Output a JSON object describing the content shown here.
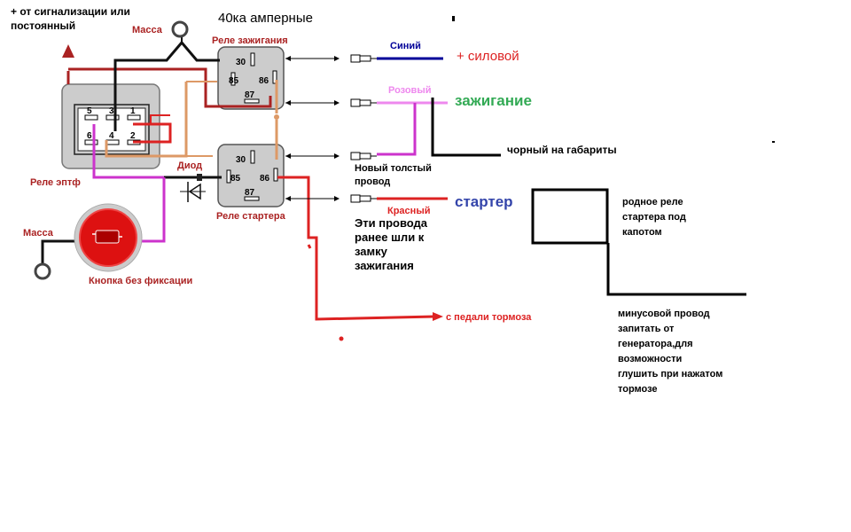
{
  "texts": {
    "alarm_line1": "+ от сигнализации или",
    "alarm_line2": "постоянный",
    "title": "40ка амперные",
    "ground_top": "Масса",
    "ignition_relay": "Реле зажигания",
    "etpf_relay": "Реле эптф",
    "diode": "Диод",
    "starter_relay": "Реле стартера",
    "ground_bottom": "Масса",
    "button_label": "Кнопка без фиксации",
    "blue_wire": "Синий",
    "power_label": "+ силовой",
    "pink_wire": "Розовый",
    "ignition_label": "зажигание",
    "black_parking": "чорный на габариты",
    "new_wire_line1": "Новый толстый",
    "new_wire_line2": "провод",
    "red_wire": "Красный",
    "starter_label": "стартер",
    "old_wires_line1": "Эти провода",
    "old_wires_line2": "ранее шли к",
    "old_wires_line3": "замку",
    "old_wires_line4": "зажигания",
    "native_line1": "родное реле",
    "native_line2": "стартера под",
    "native_line3": "капотом",
    "brake_label": "с педали тормоза",
    "minus_line1": "минусовой провод",
    "minus_line2": "запитать от",
    "minus_line3": "генератора,для",
    "minus_line4": "возможности",
    "minus_line5": "глушить при нажатом",
    "minus_line6": "тормозе"
  },
  "relay_pins": {
    "pin30": "30",
    "pin85": "85",
    "pin86": "86",
    "pin87": "87"
  },
  "etpf_pins": [
    "5",
    "3",
    "1",
    "6",
    "4",
    "2"
  ],
  "colors": {
    "blue": "#000099",
    "pink": "#cc33cc",
    "light_pink": "#ee88ee",
    "red": "#dd2222",
    "dark_red": "#aa2222",
    "orange": "#dd9966",
    "green": "#33aa55",
    "starter_blue": "#3344aa",
    "relay_gray": "#cccccc",
    "button_red": "#dd1111"
  }
}
